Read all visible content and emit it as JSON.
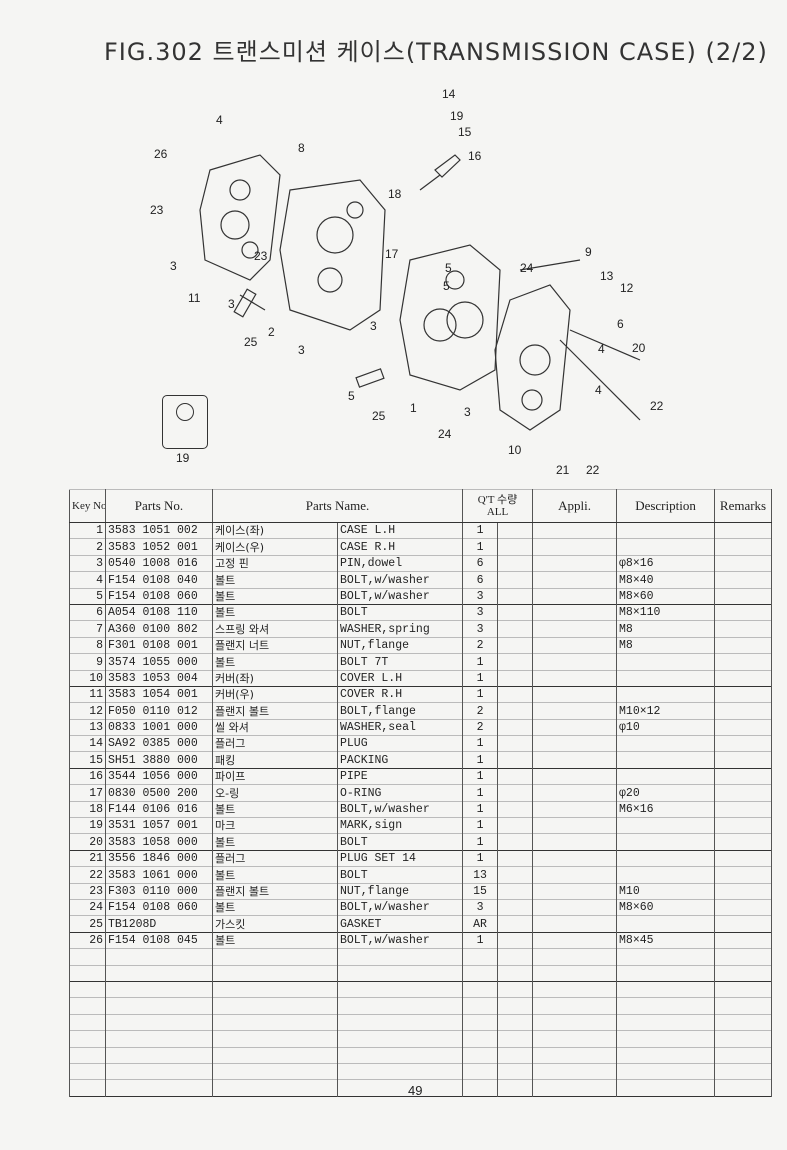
{
  "page": {
    "title": "FIG.302 트랜스미션 케이스(TRANSMISSION CASE) (2/2)",
    "page_number": "49"
  },
  "diagram": {
    "callouts": [
      "14",
      "19",
      "15",
      "16",
      "4",
      "26",
      "8",
      "18",
      "23",
      "17",
      "3",
      "11",
      "23",
      "3",
      "25",
      "2",
      "3",
      "9",
      "24",
      "13",
      "12",
      "5",
      "5",
      "6",
      "4",
      "20",
      "3",
      "5",
      "25",
      "1",
      "3",
      "4",
      "22",
      "24",
      "10",
      "21",
      "22"
    ],
    "inset_label": "19"
  },
  "table": {
    "headers": {
      "key": "Key No.",
      "parts_no": "Parts No.",
      "parts_name": "Parts Name.",
      "qty": "Q'T 수량",
      "qty_sub": "ALL",
      "appli": "Appli.",
      "description": "Description",
      "remarks": "Remarks"
    },
    "rows": [
      {
        "key": "1",
        "parts_no": "3583 1051 002",
        "kr": "케이스(좌)",
        "en": "CASE L.H",
        "qty": "1",
        "desc": ""
      },
      {
        "key": "2",
        "parts_no": "3583 1052 001",
        "kr": "케이스(우)",
        "en": "CASE R.H",
        "qty": "1",
        "desc": ""
      },
      {
        "key": "3",
        "parts_no": "0540 1008 016",
        "kr": "고정 핀",
        "en": "PIN,dowel",
        "qty": "6",
        "desc": "φ8×16"
      },
      {
        "key": "4",
        "parts_no": "F154 0108 040",
        "kr": "볼트",
        "en": "BOLT,w/washer",
        "qty": "6",
        "desc": "M8×40"
      },
      {
        "key": "5",
        "parts_no": "F154 0108 060",
        "kr": "볼트",
        "en": "BOLT,w/washer",
        "qty": "3",
        "desc": "M8×60"
      },
      {
        "key": "6",
        "parts_no": "A054 0108 110",
        "kr": "볼트",
        "en": "BOLT",
        "qty": "3",
        "desc": "M8×110"
      },
      {
        "key": "7",
        "parts_no": "A360 0100 802",
        "kr": "스프링 와셔",
        "en": "WASHER,spring",
        "qty": "3",
        "desc": "M8"
      },
      {
        "key": "8",
        "parts_no": "F301 0108 001",
        "kr": "플랜지 너트",
        "en": "NUT,flange",
        "qty": "2",
        "desc": "M8"
      },
      {
        "key": "9",
        "parts_no": "3574 1055 000",
        "kr": "볼트",
        "en": "BOLT 7T",
        "qty": "1",
        "desc": ""
      },
      {
        "key": "10",
        "parts_no": "3583 1053 004",
        "kr": "커버(좌)",
        "en": "COVER L.H",
        "qty": "1",
        "desc": ""
      },
      {
        "key": "11",
        "parts_no": "3583 1054 001",
        "kr": "커버(우)",
        "en": "COVER R.H",
        "qty": "1",
        "desc": ""
      },
      {
        "key": "12",
        "parts_no": "F050 0110 012",
        "kr": "플랜지 볼트",
        "en": "BOLT,flange",
        "qty": "2",
        "desc": "M10×12"
      },
      {
        "key": "13",
        "parts_no": "0833 1001 000",
        "kr": "씰 와셔",
        "en": "WASHER,seal",
        "qty": "2",
        "desc": "φ10"
      },
      {
        "key": "14",
        "parts_no": "SA92 0385 000",
        "kr": "플러그",
        "en": "PLUG",
        "qty": "1",
        "desc": ""
      },
      {
        "key": "15",
        "parts_no": "SH51 3880 000",
        "kr": "패킹",
        "en": "PACKING",
        "qty": "1",
        "desc": ""
      },
      {
        "key": "16",
        "parts_no": "3544 1056 000",
        "kr": "파이프",
        "en": "PIPE",
        "qty": "1",
        "desc": ""
      },
      {
        "key": "17",
        "parts_no": "0830 0500 200",
        "kr": "오-링",
        "en": "O-RING",
        "qty": "1",
        "desc": "φ20"
      },
      {
        "key": "18",
        "parts_no": "F144 0106 016",
        "kr": "볼트",
        "en": "BOLT,w/washer",
        "qty": "1",
        "desc": "M6×16"
      },
      {
        "key": "19",
        "parts_no": "3531 1057 001",
        "kr": "마크",
        "en": "MARK,sign",
        "qty": "1",
        "desc": ""
      },
      {
        "key": "20",
        "parts_no": "3583 1058 000",
        "kr": "볼트",
        "en": "BOLT",
        "qty": "1",
        "desc": ""
      },
      {
        "key": "21",
        "parts_no": "3556 1846 000",
        "kr": "플러그",
        "en": "PLUG SET 14",
        "qty": "1",
        "desc": ""
      },
      {
        "key": "22",
        "parts_no": "3583 1061 000",
        "kr": "볼트",
        "en": "BOLT",
        "qty": "13",
        "desc": ""
      },
      {
        "key": "23",
        "parts_no": "F303 0110 000",
        "kr": "플랜지 볼트",
        "en": "NUT,flange",
        "qty": "15",
        "desc": "M10"
      },
      {
        "key": "24",
        "parts_no": "F154 0108 060",
        "kr": "볼트",
        "en": "BOLT,w/washer",
        "qty": "3",
        "desc": "M8×60"
      },
      {
        "key": "25",
        "parts_no": "TB1208D",
        "kr": "가스킷",
        "en": "GASKET",
        "qty": "AR",
        "desc": ""
      },
      {
        "key": "26",
        "parts_no": "F154 0108 045",
        "kr": "볼트",
        "en": "BOLT,w/washer",
        "qty": "1",
        "desc": "M8×45"
      }
    ],
    "blank_rows": 9
  }
}
